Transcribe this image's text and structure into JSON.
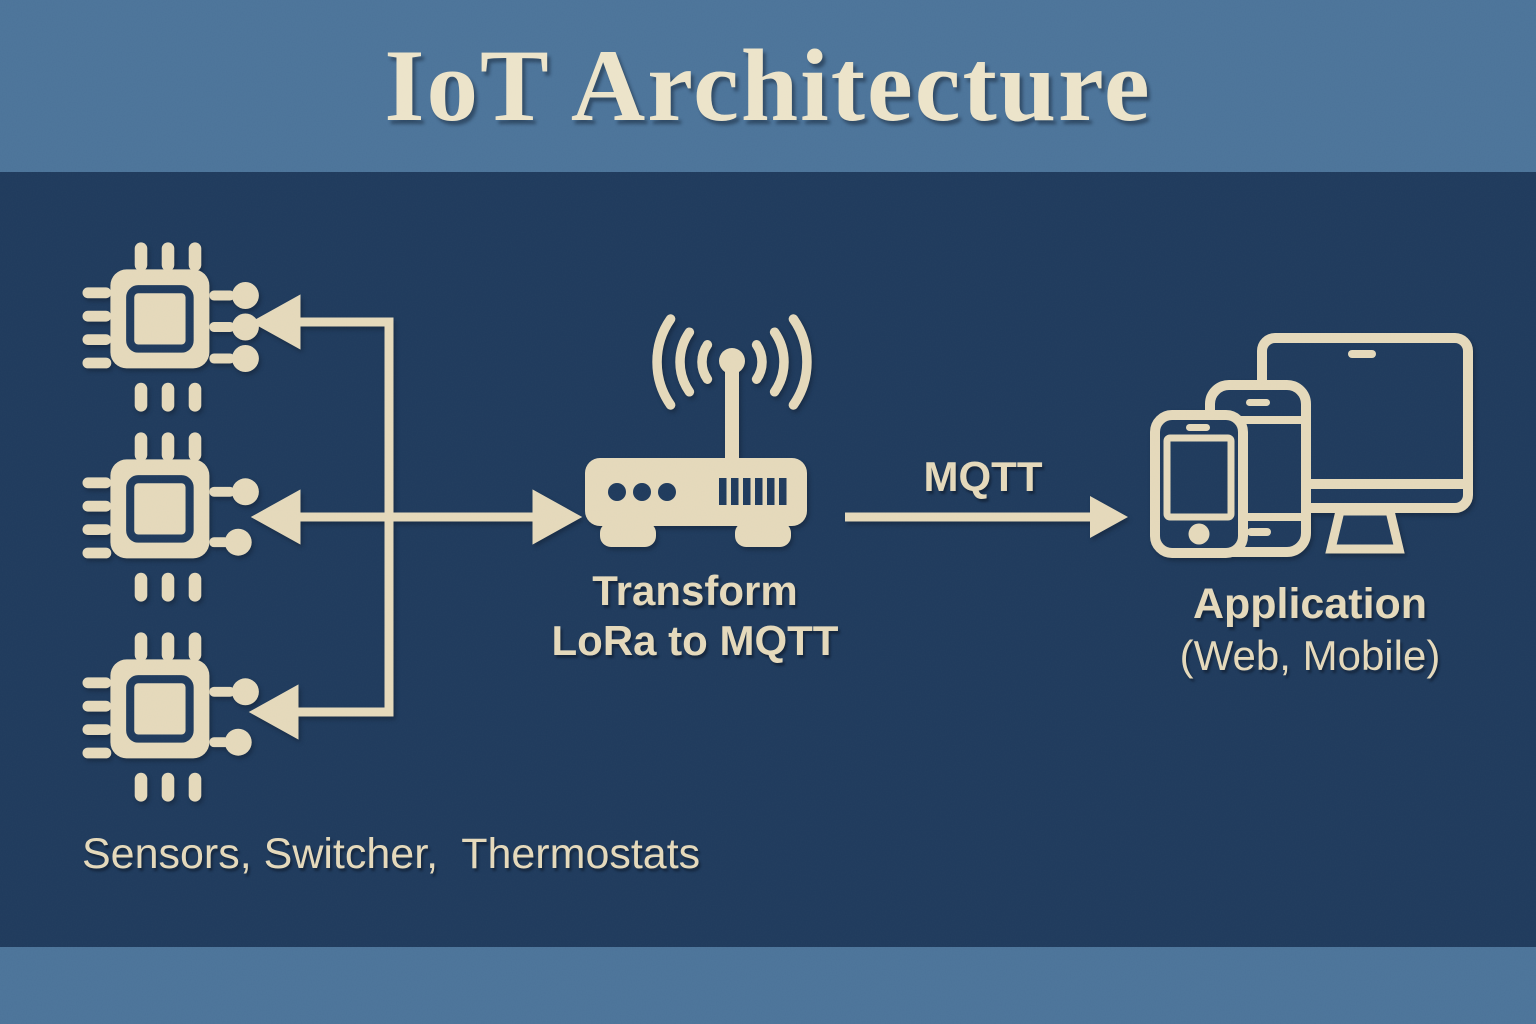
{
  "title": "IoT Architecture",
  "colors": {
    "banner": "#4b7399",
    "panel": "#1f3a5c",
    "cream": "#e4d8ba",
    "title-cream": "#ece3c9"
  },
  "nodes": {
    "sensors": {
      "icon": "chip-icon",
      "caption": "Sensors, Switcher,  Thermostats"
    },
    "gateway": {
      "icon": "wifi-router-icon",
      "label_line1": "Transform",
      "label_line2": "LoRa to MQTT"
    },
    "application": {
      "icon": "devices-icon",
      "label_line1": "Application",
      "label_line2": "(Web, Mobile)"
    }
  },
  "links": {
    "gateway_to_app_label": "MQTT"
  }
}
